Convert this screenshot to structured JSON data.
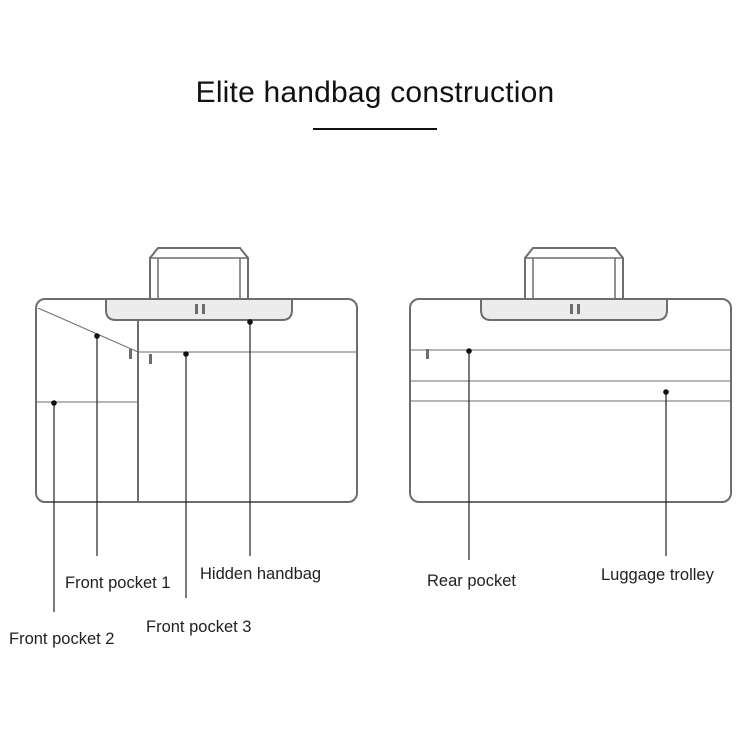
{
  "title": "Elite handbag construction",
  "colors": {
    "outline": "#6d6d6d",
    "handle_fill": "#ececec",
    "leader": "#222222",
    "text": "#222222"
  },
  "labels": {
    "front_pocket_1": "Front pocket 1",
    "front_pocket_2": "Front pocket 2",
    "front_pocket_3": "Front pocket 3",
    "hidden_handbag": "Hidden handbag",
    "rear_pocket": "Rear pocket",
    "luggage_trolley": "Luggage trolley"
  }
}
